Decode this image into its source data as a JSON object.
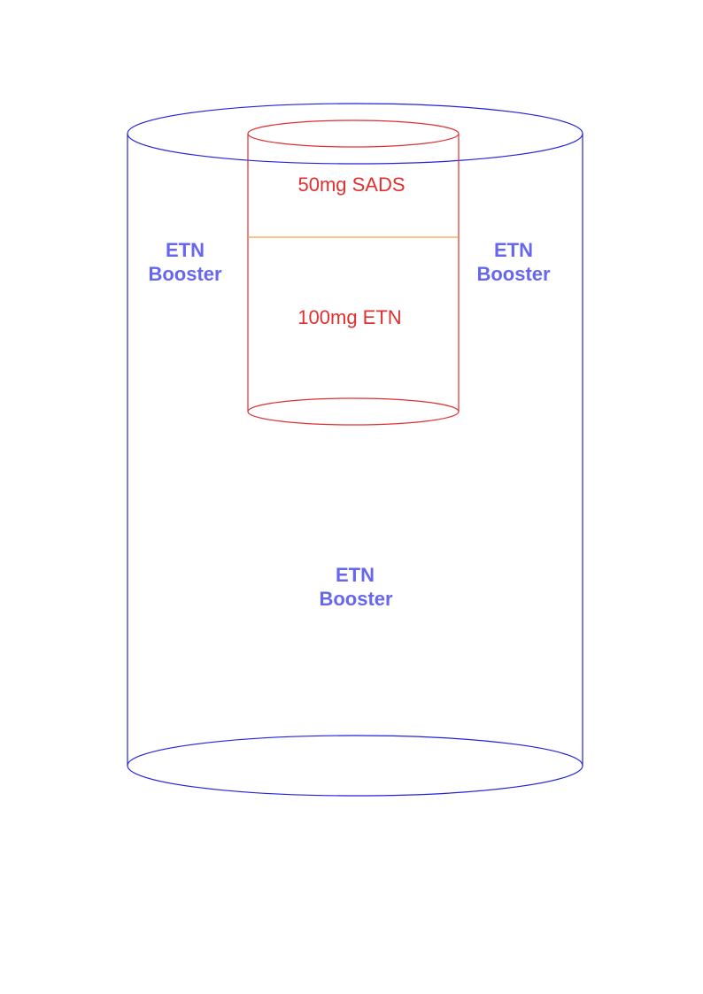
{
  "colors": {
    "outer_stroke": "#2222dd",
    "outer_text": "#6666ee",
    "inner_stroke": "#e03030",
    "inner_text": "#e03030",
    "divider": "#f0a040"
  },
  "outer_cylinder": {
    "label_left": [
      "ETN",
      "Booster"
    ],
    "label_right": [
      "ETN",
      "Booster"
    ],
    "label_bottom": [
      "ETN",
      "Booster"
    ]
  },
  "inner_cylinder": {
    "top_section_label": "50mg SADS",
    "bottom_section_label": "100mg ETN"
  }
}
